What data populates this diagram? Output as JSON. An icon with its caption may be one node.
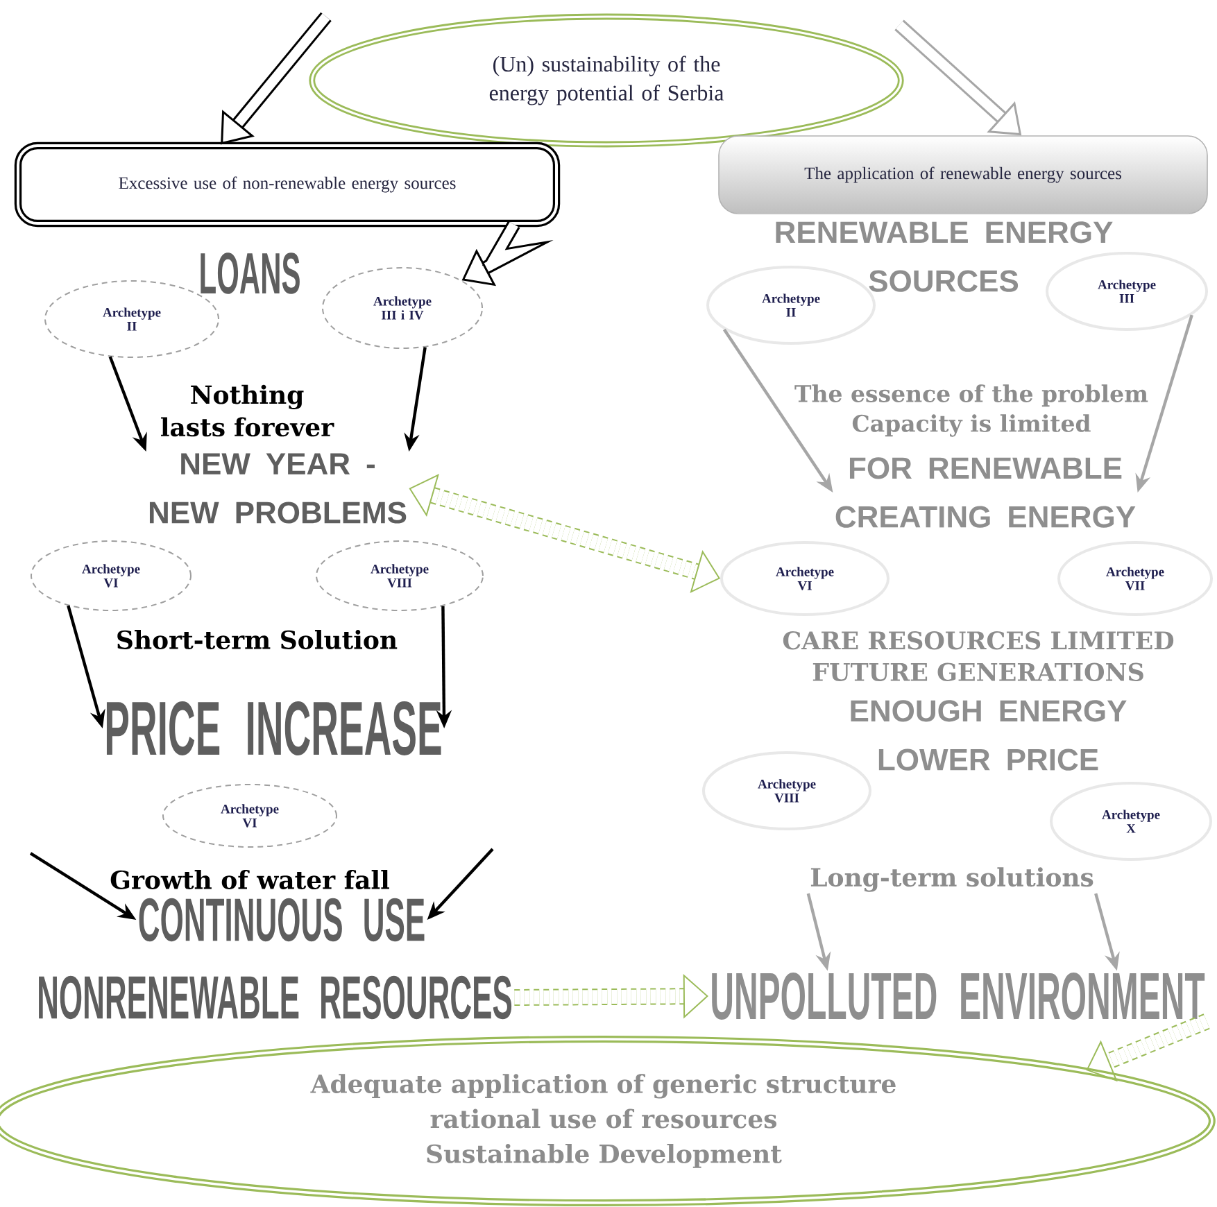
{
  "diagram": {
    "nodes": [
      {
        "text": [
          "(Un) sustainability of the energy potential of Serbia"
        ]
      },
      {
        "text": [
          "Excessive use of non-renewable energy sources"
        ]
      },
      {
        "text": [
          "The application of renewable energy sources"
        ]
      },
      {
        "text": [
          "LOANS"
        ]
      },
      {
        "text": [
          "Archetype II"
        ]
      },
      {
        "text": [
          "Archetype III i IV"
        ]
      },
      {
        "text": [
          "Nothing lasts forever"
        ]
      },
      {
        "text": [
          "NEW YEAR -",
          "NEW PROBLEMS"
        ]
      },
      {
        "text": [
          "Archetype VI"
        ]
      },
      {
        "text": [
          "Archetype VIII"
        ]
      },
      {
        "text": [
          "Short-term Solution"
        ]
      },
      {
        "text": [
          "PRICE INCREASE"
        ]
      },
      {
        "text": [
          "Archetype VI"
        ]
      },
      {
        "text": [
          "Growth of water fall"
        ]
      },
      {
        "text": [
          "CONTINUOUS USE"
        ]
      },
      {
        "text": [
          "NONRENEWABLE RESOURCES"
        ]
      },
      {
        "text": [
          "Adequate application of generic structure",
          "rational use of resources",
          "Sustainable Development"
        ]
      },
      {
        "text": [
          "RENEWABLE ENERGY",
          "SOURCES"
        ]
      },
      {
        "text": [
          "Archetype II"
        ]
      },
      {
        "text": [
          "Archetype III"
        ]
      },
      {
        "text": [
          "The essence of the problem",
          "Capacity is limited"
        ]
      },
      {
        "text": [
          "FOR RENEWABLE",
          "CREATING ENERGY"
        ]
      },
      {
        "text": [
          "Archetype VI"
        ]
      },
      {
        "text": [
          "Archetype VII"
        ]
      },
      {
        "text": [
          "CARE RESOURCES LIMITED",
          "FUTURE GENERATIONS"
        ]
      },
      {
        "text": [
          "ENOUGH ENERGY",
          "LOWER PRICE"
        ]
      },
      {
        "text": [
          "Archetype VIII"
        ]
      },
      {
        "text": [
          "Archetype X"
        ]
      },
      {
        "text": [
          "Long-term solutions"
        ]
      },
      {
        "text": [
          "UNPOLLUTED ENVIRONMENT"
        ]
      }
    ],
    "edges": [
      {
        "from": null,
        "to": 1,
        "arrow": "to",
        "style": "thick"
      },
      {
        "from": null,
        "to": 2,
        "arrow": "to",
        "style": "thick",
        "color": "#a6a6a6"
      },
      {
        "from": 1,
        "to": 5,
        "arrow": "to",
        "style": "thick"
      },
      {
        "from": 4,
        "to": 7,
        "arrow": "to"
      },
      {
        "from": 5,
        "to": 7,
        "arrow": "to"
      },
      {
        "from": 8,
        "to": 11,
        "arrow": "to"
      },
      {
        "from": 9,
        "to": 11,
        "arrow": "to"
      },
      {
        "from": null,
        "to": 14,
        "arrow": "to"
      },
      {
        "from": null,
        "to": 14,
        "arrow": "to"
      },
      {
        "from": 18,
        "to": 21,
        "arrow": "to",
        "color": "#a6a6a6"
      },
      {
        "from": 19,
        "to": 21,
        "arrow": "to",
        "color": "#a6a6a6"
      },
      {
        "from": 28,
        "to": 29,
        "arrow": "to",
        "color": "#a6a6a6"
      },
      {
        "from": 28,
        "to": 29,
        "arrow": "to",
        "color": "#a6a6a6"
      },
      {
        "from": 7,
        "to": 22,
        "arrow": "both",
        "style": "dashed",
        "color": "#9bbb59"
      },
      {
        "from": 15,
        "to": 29,
        "arrow": "to",
        "style": "dashed",
        "color": "#9bbb59"
      },
      {
        "from": 29,
        "to": 16,
        "arrow": "to",
        "style": "dashed",
        "color": "#9bbb59"
      }
    ]
  }
}
